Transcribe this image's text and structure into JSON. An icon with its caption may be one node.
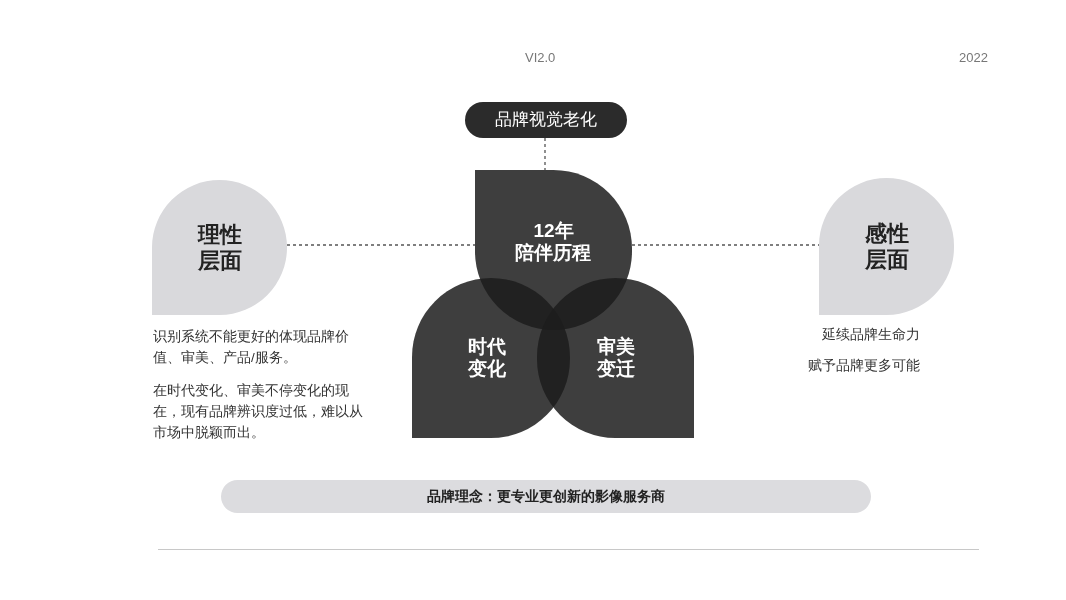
{
  "diagram": {
    "nodes": [
      {
        "text": [
          "品牌视觉老化"
        ]
      },
      {
        "text": [
          "理性层面"
        ],
        "beside": [
          "识别系统不能更好的体现品牌价值、审美、产品/服务。",
          "在时代变化、审美不停变化的现在，现有品牌辨识度过低，难以从市场中脱颖而出。"
        ]
      },
      {
        "text": [
          "12年陪伴历程"
        ]
      },
      {
        "text": [
          "时代变化"
        ]
      },
      {
        "text": [
          "审美变迁"
        ]
      },
      {
        "text": [
          "感性层面"
        ],
        "beside": [
          "延续品牌生命力",
          "赋予品牌更多可能"
        ]
      },
      {
        "text": [
          "品牌理念：更专业更创新的影像服务商"
        ]
      }
    ],
    "edges": [
      {
        "from": 0,
        "to": 2,
        "arrow": "none",
        "style": "dashed"
      },
      {
        "from": 1,
        "to": 2,
        "arrow": "none",
        "style": "dashed"
      },
      {
        "from": 2,
        "to": 5,
        "arrow": "none",
        "style": "dashed"
      }
    ],
    "labels": [
      "VI2.0",
      "2022"
    ]
  }
}
